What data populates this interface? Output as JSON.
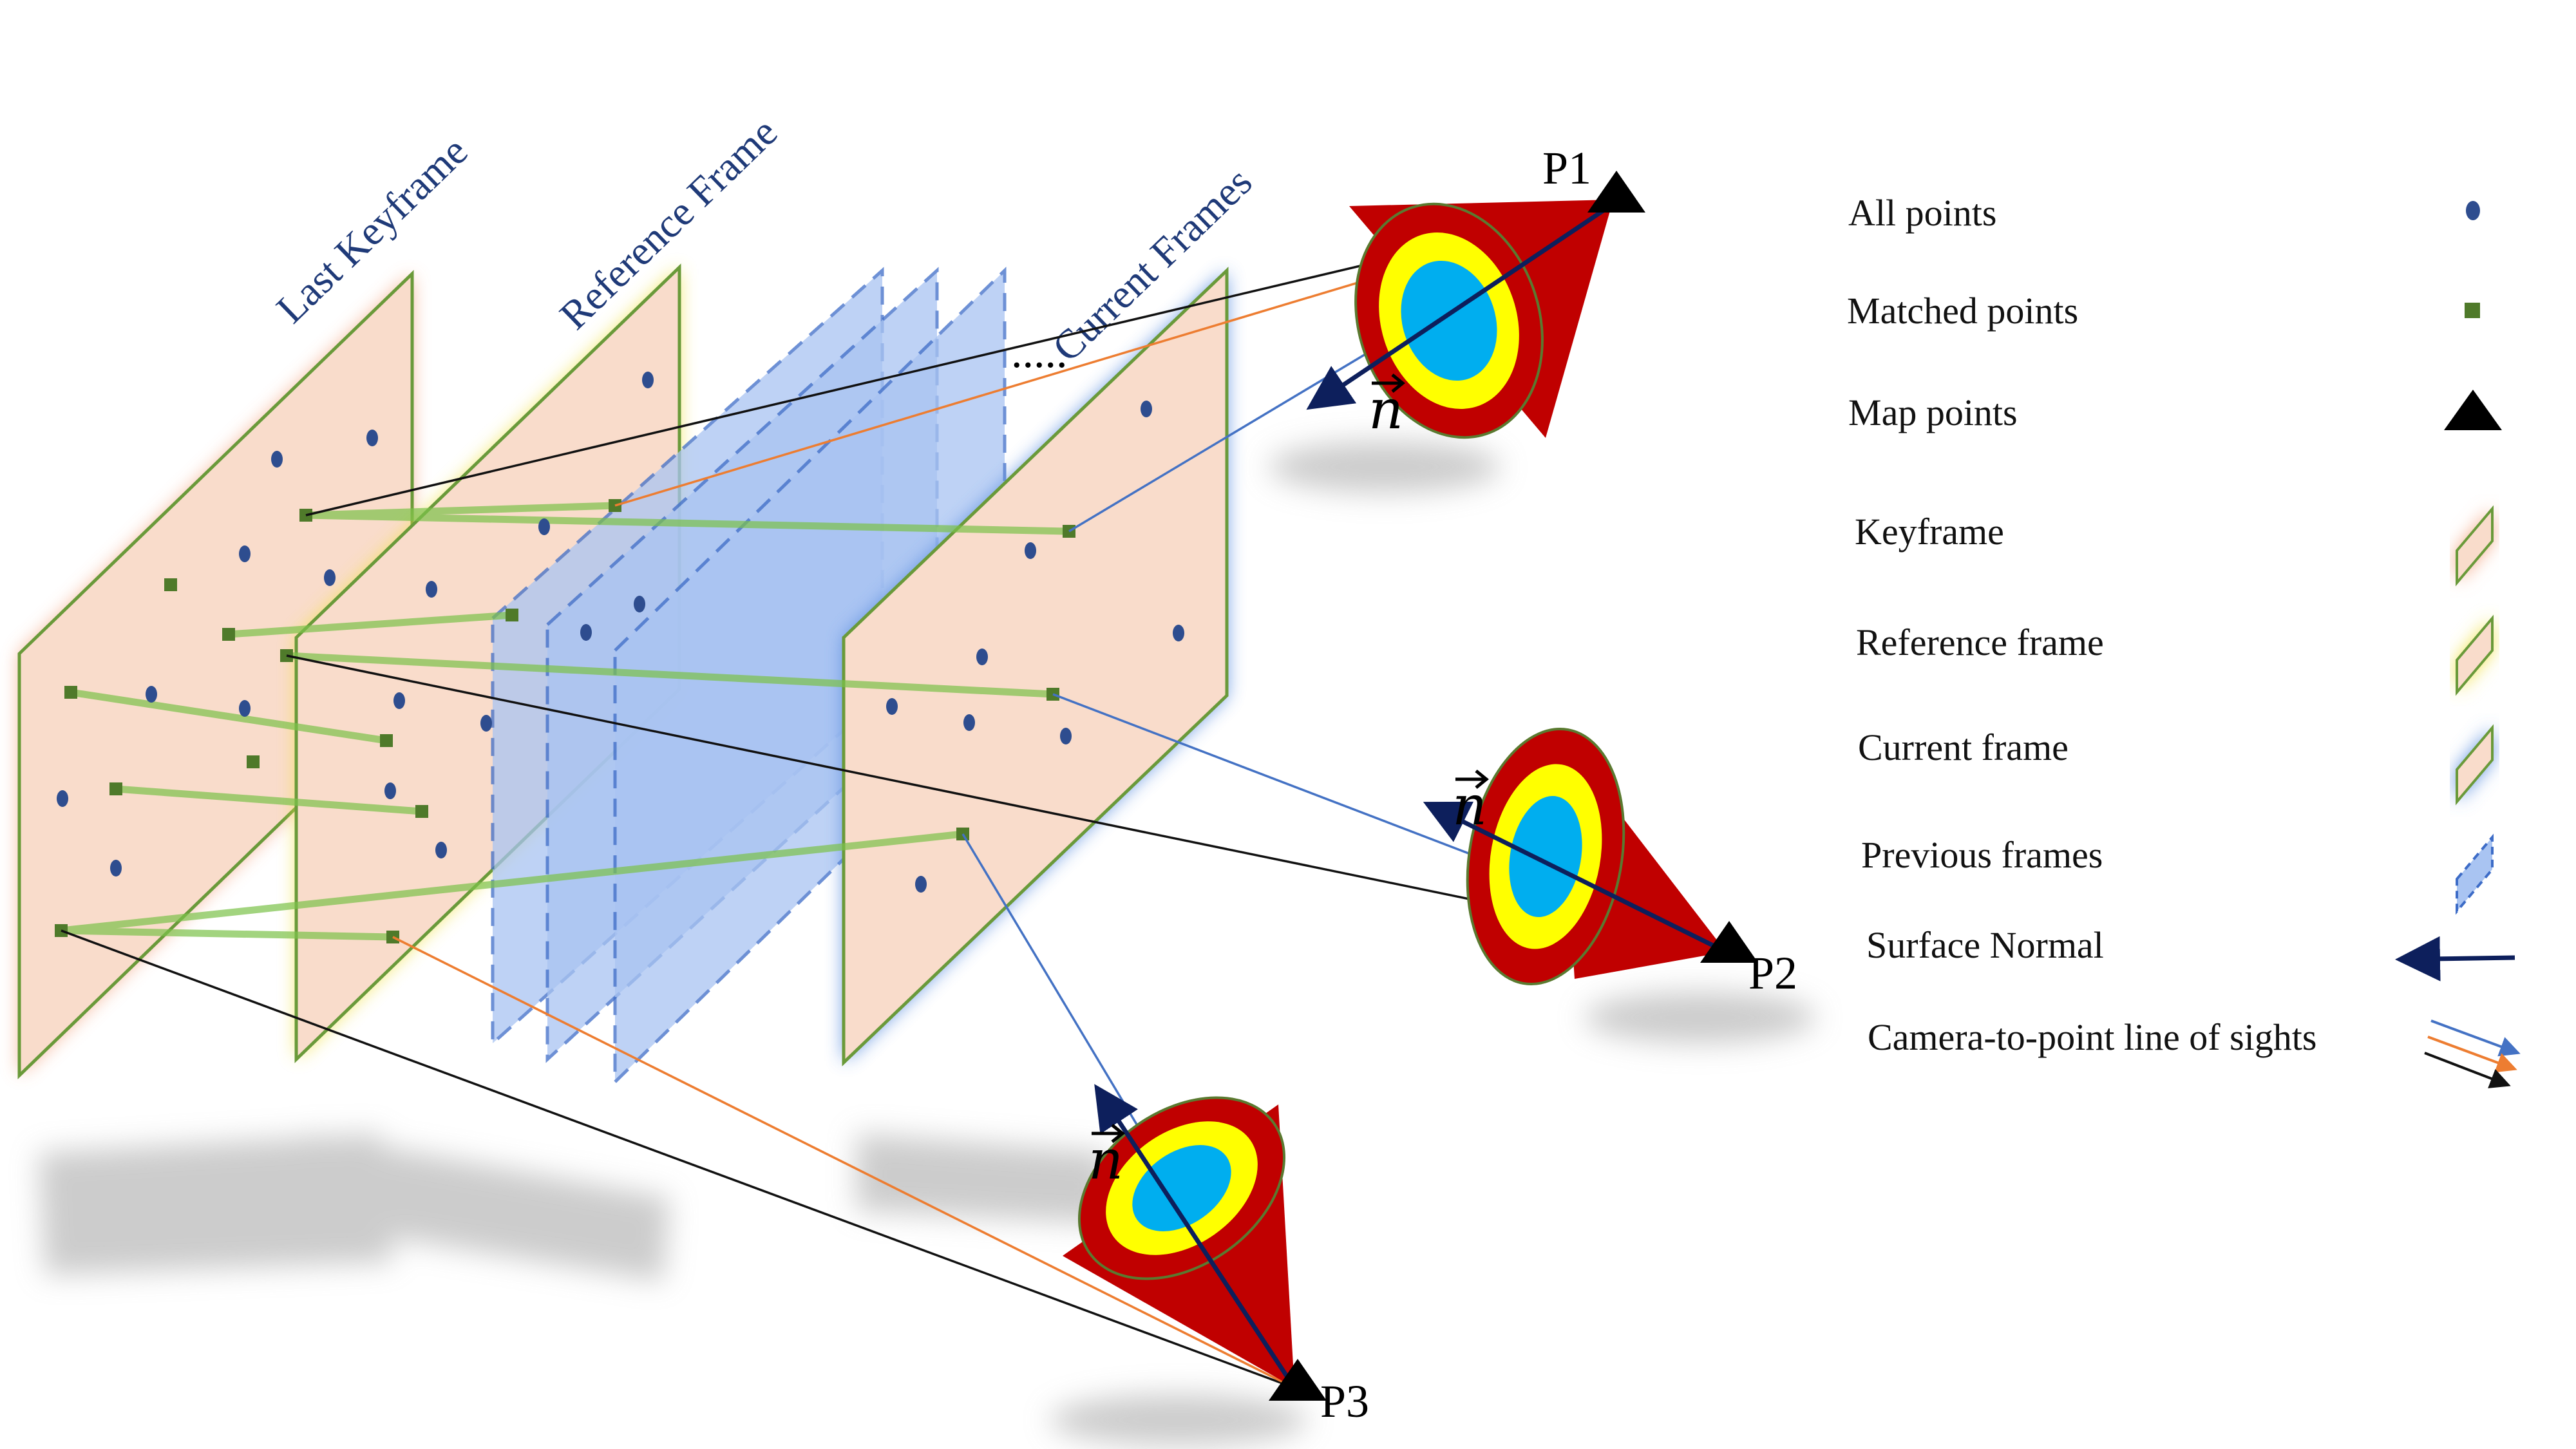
{
  "frames": {
    "last_keyframe": "Last Keyframe",
    "reference_frame": "Reference Frame",
    "current_frames": "Current Frames",
    "ellipsis": "....."
  },
  "map_points": {
    "p1": "P1",
    "p2": "P2",
    "p3": "P3"
  },
  "normal_symbol": "n",
  "legend": {
    "all_points": "All points",
    "matched_points": "Matched points",
    "map_points": "Map points",
    "keyframe": "Keyframe",
    "reference_frame": "Reference frame",
    "current_frame": "Current frame",
    "previous_frames": "Previous frames",
    "surface_normal": "Surface Normal",
    "line_of_sight": "Camera-to-point line of sights"
  },
  "colors": {
    "keyframe_glow": "#f4a582",
    "reference_glow": "#f2e24a",
    "current_glow": "#5b8fe0",
    "frame_fill": "#f9dccb",
    "frame_edge": "#6a9a3a",
    "previous_fill": "#a9c4f2",
    "all_point": "#2e4d8f",
    "matched_point": "#4f7a2a",
    "match_line": "#7cc24a",
    "cone_red": "#c00000",
    "cone_yellow": "#ffff00",
    "cone_blue": "#00aeef",
    "sight_black": "#111111",
    "sight_orange": "#ed7d31",
    "sight_blue": "#4472c4",
    "normal_arrow": "#0d1f5c"
  },
  "icons": [
    "triangle-icon",
    "parallelogram-icon",
    "arrow-icon"
  ]
}
